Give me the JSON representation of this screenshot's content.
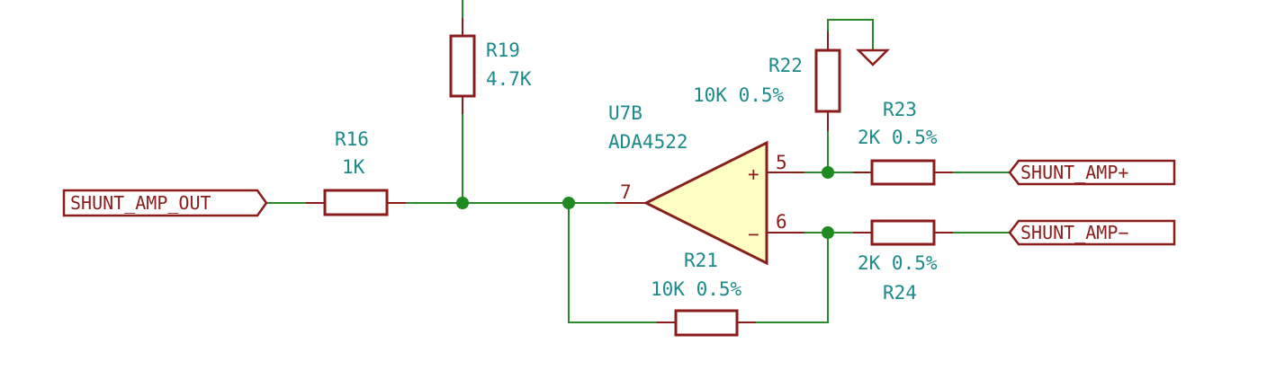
{
  "components": {
    "r16": {
      "ref": "R16",
      "value": "1K"
    },
    "r19": {
      "ref": "R19",
      "value": "4.7K"
    },
    "r21": {
      "ref": "R21",
      "value": "10K 0.5%"
    },
    "r22": {
      "ref": "R22",
      "value": "10K 0.5%"
    },
    "r23": {
      "ref": "R23",
      "value": "2K 0.5%"
    },
    "r24": {
      "ref": "R24",
      "value": "2K 0.5%"
    },
    "u7b": {
      "ref": "U7B",
      "value": "ADA4522"
    }
  },
  "pins": {
    "plus": "+",
    "minus": "−",
    "pin5": "5",
    "pin6": "6",
    "pin7": "7"
  },
  "net_labels": {
    "out": "SHUNT_AMP_OUT",
    "pos": "SHUNT_AMP+",
    "neg": "SHUNT_AMP−"
  },
  "colors": {
    "wire": "#2a8a2a",
    "component": "#8a1c1c",
    "text": "#1d8a8a",
    "opamp_fill": "#ffffc4"
  }
}
